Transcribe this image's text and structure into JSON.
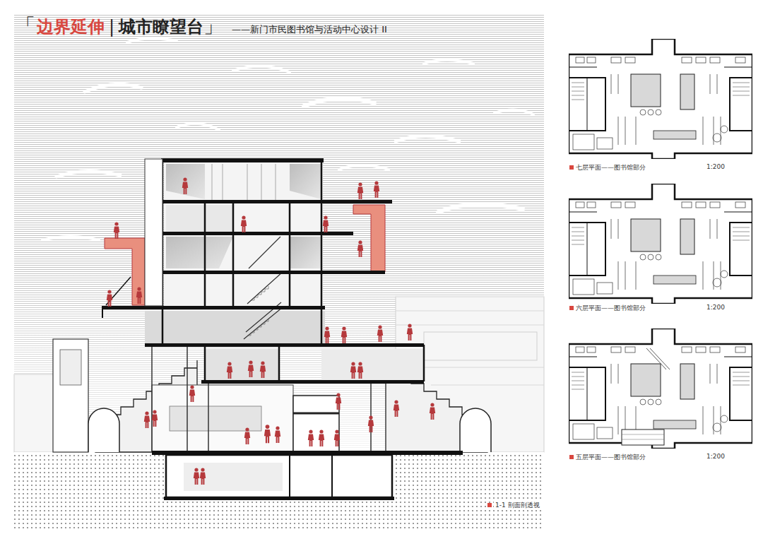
{
  "diagram": {
    "title": "边界延伸",
    "labels": [
      "「",
      "|",
      "城市瞭望台",
      "」",
      "——新门市民图书馆与活动中心设计 II",
      "七层平面——图书馆部分",
      "1:200",
      "六层平面——图书馆部分",
      "1:200",
      "五层平面——图书馆部分",
      "1:200",
      "1-1 剖面剖透视"
    ]
  }
}
